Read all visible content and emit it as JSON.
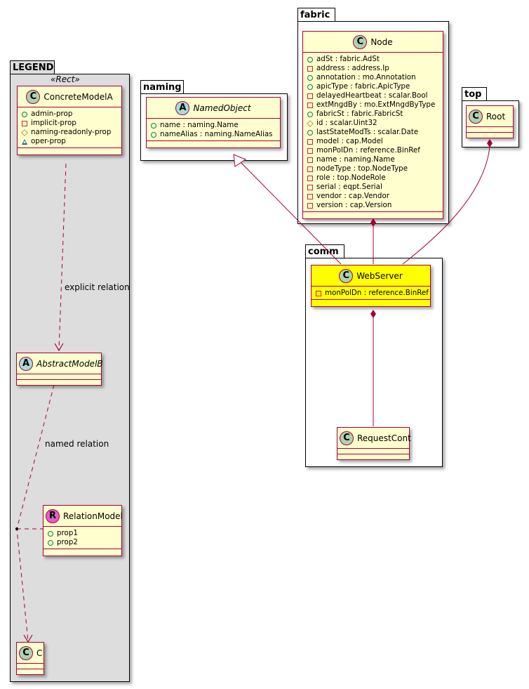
{
  "packages": {
    "legend": {
      "name": "LEGEND",
      "stereotype": "«Rect»"
    },
    "naming": {
      "name": "naming"
    },
    "fabric": {
      "name": "fabric"
    },
    "top": {
      "name": "top"
    },
    "comm": {
      "name": "comm"
    }
  },
  "colors": {
    "class_fill": "#fefece",
    "class_border": "#a80036",
    "highlight_fill": "#ffff00",
    "legend_fill": "#dddddd",
    "edge": "#a80036",
    "public_icon": "#038048",
    "private_icon": "#c82930",
    "protected_icon": "#b38d22",
    "package_icon": "#1963a0"
  },
  "legend": {
    "concrete": {
      "kind": "C",
      "name": "ConcreteModelA",
      "attributes": [
        {
          "visibility": "public",
          "text": "admin-prop"
        },
        {
          "visibility": "private",
          "text": "implicit-prop"
        },
        {
          "visibility": "protected",
          "text": "naming-readonly-prop"
        },
        {
          "visibility": "package",
          "text": "oper-prop"
        }
      ]
    },
    "abstract": {
      "kind": "A",
      "name": "AbstractModelB"
    },
    "relation": {
      "kind": "R",
      "name": "RelationModel",
      "attributes": [
        {
          "visibility": "public",
          "text": "prop1"
        },
        {
          "visibility": "public",
          "text": "prop2"
        }
      ]
    },
    "c": {
      "kind": "C",
      "name": "C"
    },
    "explicit_label": "explicit relation",
    "named_label": "named relation"
  },
  "naming": {
    "named_object": {
      "kind": "A",
      "name": "NamedObject",
      "attributes": [
        {
          "visibility": "public",
          "text": "name : naming.Name"
        },
        {
          "visibility": "public",
          "text": "nameAlias : naming.NameAlias"
        }
      ]
    }
  },
  "fabric": {
    "node": {
      "kind": "C",
      "name": "Node",
      "attributes": [
        {
          "visibility": "public",
          "text": "adSt : fabric.AdSt"
        },
        {
          "visibility": "private",
          "text": "address : address.Ip"
        },
        {
          "visibility": "public",
          "text": "annotation : mo.Annotation"
        },
        {
          "visibility": "public",
          "text": "apicType : fabric.ApicType"
        },
        {
          "visibility": "private",
          "text": "delayedHeartbeat : scalar.Bool"
        },
        {
          "visibility": "private",
          "text": "extMngdBy : mo.ExtMngdByType"
        },
        {
          "visibility": "public",
          "text": "fabricSt : fabric.FabricSt"
        },
        {
          "visibility": "protected",
          "text": "id : scalar.Uint32"
        },
        {
          "visibility": "public",
          "text": "lastStateModTs : scalar.Date"
        },
        {
          "visibility": "private",
          "text": "model : cap.Model"
        },
        {
          "visibility": "private",
          "text": "monPolDn : reference.BinRef"
        },
        {
          "visibility": "private",
          "text": "name : naming.Name"
        },
        {
          "visibility": "private",
          "text": "nodeType : top.NodeType"
        },
        {
          "visibility": "private",
          "text": "role : top.NodeRole"
        },
        {
          "visibility": "private",
          "text": "serial : eqpt.Serial"
        },
        {
          "visibility": "private",
          "text": "vendor : cap.Vendor"
        },
        {
          "visibility": "private",
          "text": "version : cap.Version"
        }
      ]
    }
  },
  "top": {
    "root": {
      "kind": "C",
      "name": "Root"
    }
  },
  "comm": {
    "webserver": {
      "kind": "C",
      "name": "WebServer",
      "attributes": [
        {
          "visibility": "private",
          "text": "monPolDn : reference.BinRef"
        }
      ]
    },
    "requestcont": {
      "kind": "C",
      "name": "RequestCont"
    }
  },
  "relations": [
    {
      "from": "ConcreteModelA",
      "to": "AbstractModelB",
      "type": "dependency",
      "label": "explicit relation"
    },
    {
      "from": "AbstractModelB",
      "to": "C",
      "type": "dependency",
      "label": "named relation",
      "association_class": "RelationModel"
    },
    {
      "from": "WebServer",
      "to": "NamedObject",
      "type": "inheritance"
    },
    {
      "from": "Node",
      "to": "WebServer",
      "type": "composition"
    },
    {
      "from": "Root",
      "to": "WebServer",
      "type": "composition"
    },
    {
      "from": "WebServer",
      "to": "RequestCont",
      "type": "composition"
    }
  ]
}
